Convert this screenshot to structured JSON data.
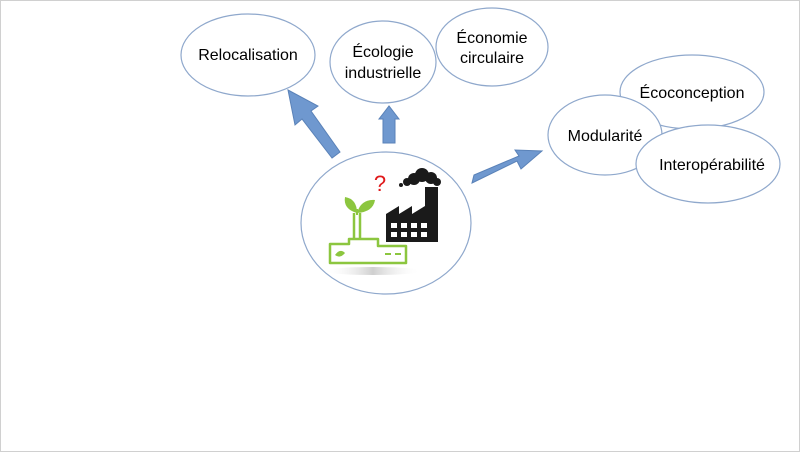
{
  "nodes": {
    "relocalisation": "Relocalisation",
    "ecologie_line1": "Écologie",
    "ecologie_line2": "industrielle",
    "economie_line1": "Économie",
    "economie_line2": "circulaire",
    "ecoconception": "Écoconception",
    "modularite": "Modularité",
    "interoperabilite": "Interopérabilité"
  },
  "center": {
    "question_mark": "?"
  },
  "colors": {
    "ellipse_stroke": "#8fa8cc",
    "arrow_fill": "#6f98cf",
    "arrow_stroke": "#5a82b8",
    "green": "#8cc63f",
    "dark": "#1a1a1a",
    "question": "#e0191b"
  }
}
